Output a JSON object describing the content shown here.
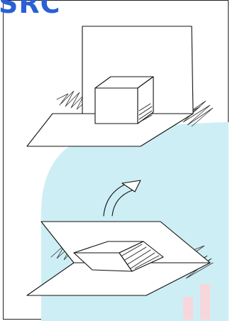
{
  "watermark": {
    "text": "SRC",
    "color": "#2a5fd6",
    "shape_color": "#cdeef4",
    "accent_color": "#f8d7dc"
  },
  "figures": {
    "top": "3d-box-standing-on-pop-up-card",
    "arrow": "curved-arrow-up",
    "bottom": "box-folded-flat-inside-card"
  }
}
